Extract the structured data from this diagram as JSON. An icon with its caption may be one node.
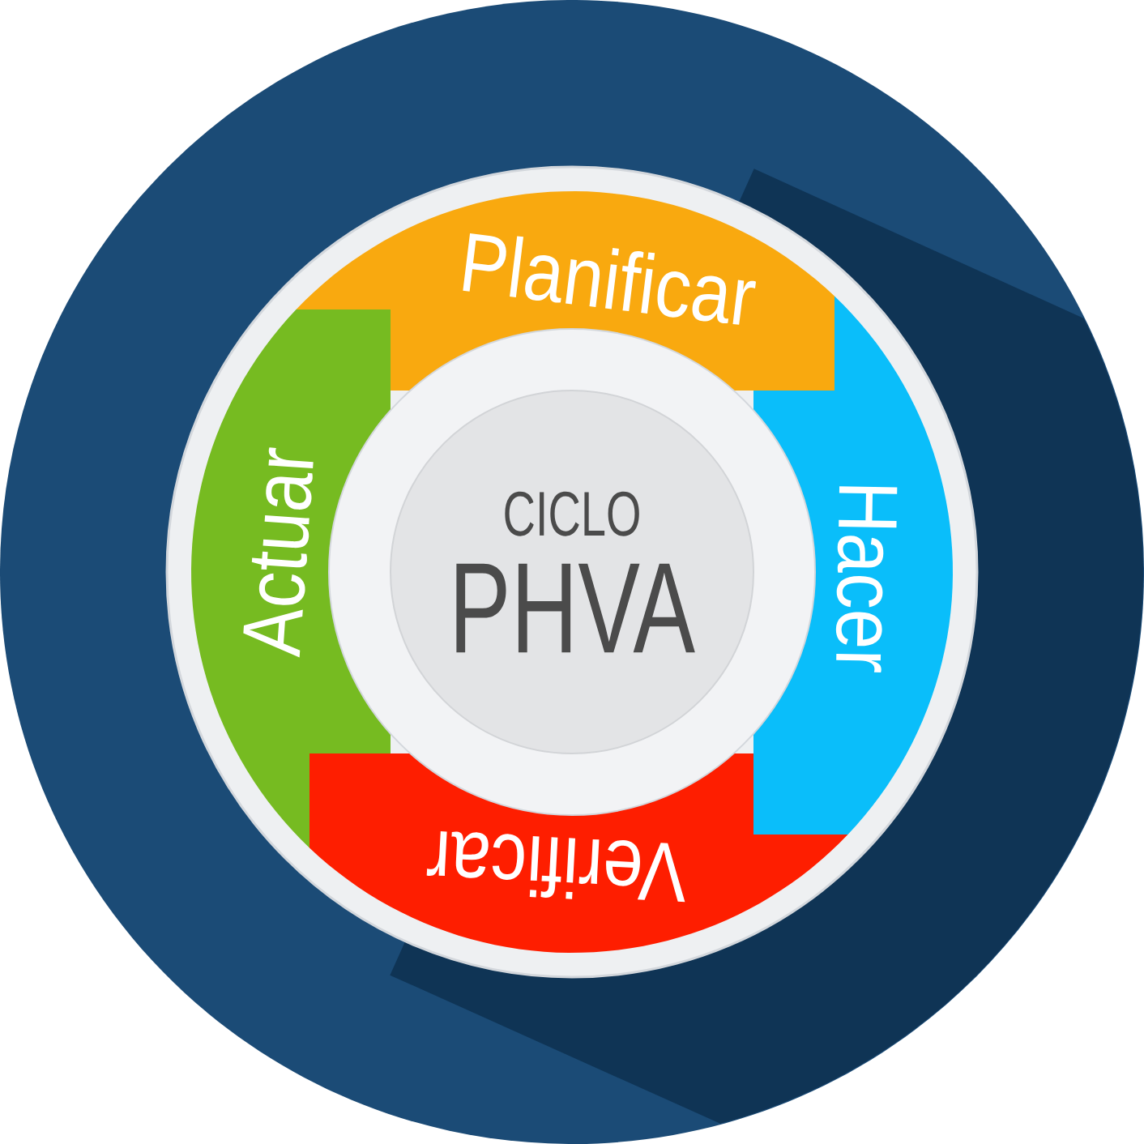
{
  "diagram": {
    "nodes": [
      {
        "text": [
          "Planificar"
        ]
      },
      {
        "text": [
          "Hacer"
        ]
      },
      {
        "text": [
          "Verificar"
        ]
      },
      {
        "text": [
          "Actuar"
        ]
      },
      {
        "text": [
          "CICLO",
          "PHVA"
        ]
      }
    ]
  }
}
